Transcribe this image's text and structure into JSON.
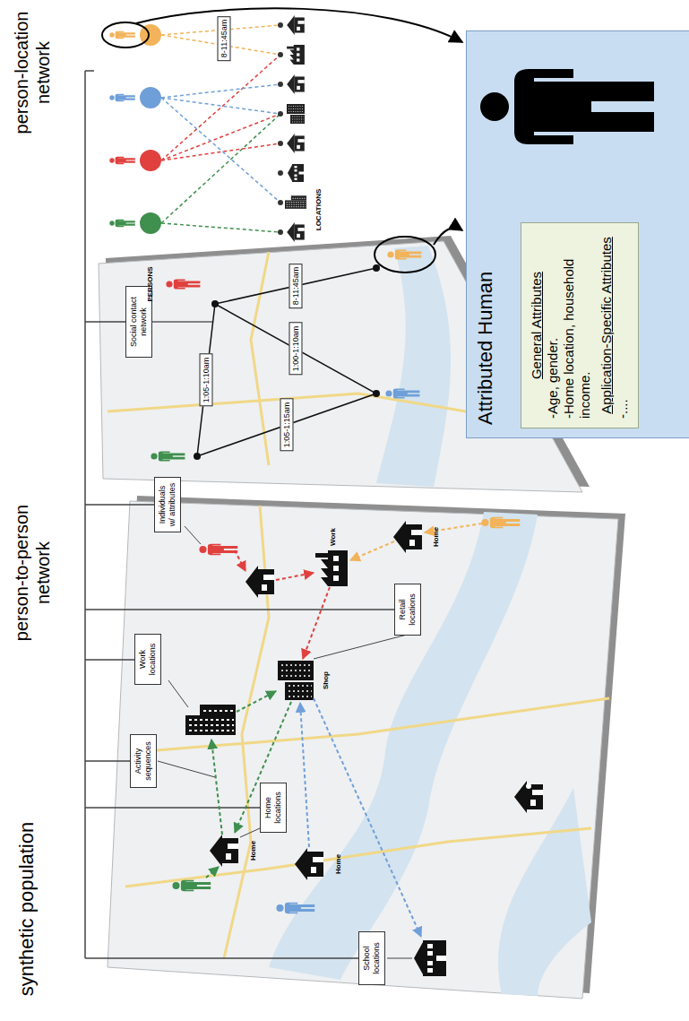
{
  "diagram": {
    "nodes": [
      {
        "text": [
          "Home locations"
        ]
      },
      {
        "text": [
          "School locations"
        ]
      },
      {
        "text": [
          "Activity sequences"
        ]
      },
      {
        "text": [
          "Work locations"
        ]
      },
      {
        "text": [
          "Retail locations"
        ]
      },
      {
        "text": [
          "Individuals w/ attributes"
        ]
      },
      {
        "text": [
          "Social contact network"
        ]
      },
      {
        "text": [
          "Attributed Human"
        ]
      },
      {
        "text": [
          "General Attributes",
          "-Age, gender.",
          "-Home location, household income.",
          "Application-Specific Attributes",
          "-...."
        ],
        "in": 7
      }
    ],
    "labels": [
      "synthetic population",
      "person-to-person network",
      "person-location network",
      "Home",
      "Home",
      "Shop",
      "Work",
      "Home",
      "1:05-1:10am",
      "1:05-1:15am",
      "1:00-1:10am",
      "8-11:45am",
      "PERSONS",
      "LOCATIONS",
      "8-11:45am"
    ]
  }
}
